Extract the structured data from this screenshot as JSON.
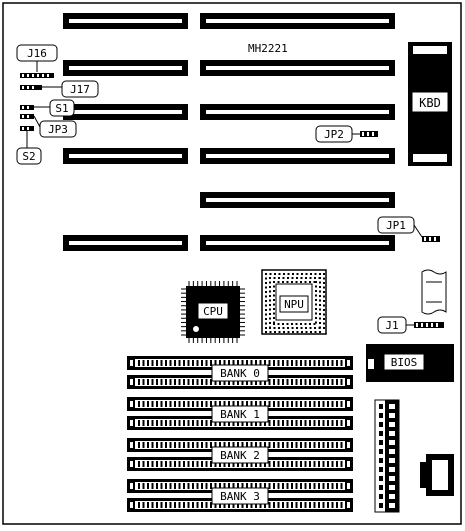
{
  "board": {
    "model": "MH2221"
  },
  "labels": {
    "j16": "J16",
    "j17": "J17",
    "s1": "S1",
    "jp3": "JP3",
    "s2": "S2",
    "jp2": "JP2",
    "jp1": "JP1",
    "j1": "J1",
    "kbd": "KBD",
    "cpu": "CPU",
    "npu": "NPU",
    "bios": "BIOS",
    "bank0": "BANK 0",
    "bank1": "BANK 1",
    "bank2": "BANK 2",
    "bank3": "BANK 3"
  },
  "colors": {
    "ink": "#000000",
    "paper": "#ffffff"
  }
}
